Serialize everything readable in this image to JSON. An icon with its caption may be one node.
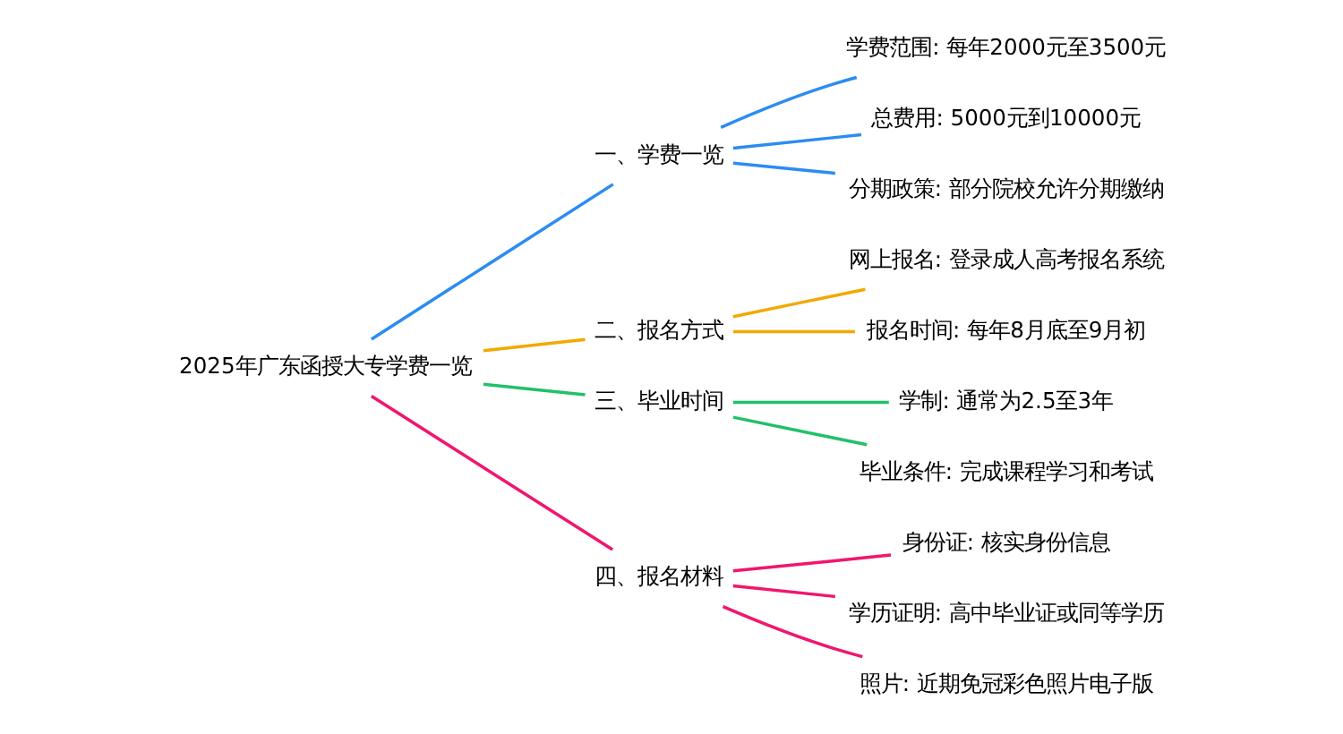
{
  "diagram": {
    "nodes": [
      {
        "text": [
          "2025年广东函授大专学费一览"
        ]
      },
      {
        "text": [
          "一、学费一览"
        ]
      },
      {
        "text": [
          "学费范围: 每年2000元至3500元"
        ]
      },
      {
        "text": [
          "总费用: 5000元到10000元"
        ]
      },
      {
        "text": [
          "分期政策: 部分院校允许分期缴纳"
        ]
      },
      {
        "text": [
          "二、报名方式"
        ]
      },
      {
        "text": [
          "网上报名: 登录成人高考报名系统"
        ]
      },
      {
        "text": [
          "报名时间: 每年8月底至9月初"
        ]
      },
      {
        "text": [
          "三、毕业时间"
        ]
      },
      {
        "text": [
          "学制: 通常为2.5至3年"
        ]
      },
      {
        "text": [
          "毕业条件: 完成课程学习和考试"
        ]
      },
      {
        "text": [
          "四、报名材料"
        ]
      },
      {
        "text": [
          "身份证: 核实身份信息"
        ]
      },
      {
        "text": [
          "学历证明: 高中毕业证或同等学历"
        ]
      },
      {
        "text": [
          "照片: 近期免冠彩色照片电子版"
        ]
      }
    ],
    "edges": [
      {
        "from": 0,
        "to": 1,
        "arrow": "none",
        "color": "#2b8cf2"
      },
      {
        "from": 1,
        "to": 2,
        "arrow": "none",
        "color": "#2b8cf2"
      },
      {
        "from": 1,
        "to": 3,
        "arrow": "none",
        "color": "#2b8cf2"
      },
      {
        "from": 1,
        "to": 4,
        "arrow": "none",
        "color": "#2b8cf2"
      },
      {
        "from": 0,
        "to": 5,
        "arrow": "none",
        "color": "#f2a900"
      },
      {
        "from": 5,
        "to": 6,
        "arrow": "none",
        "color": "#f2a900"
      },
      {
        "from": 5,
        "to": 7,
        "arrow": "none",
        "color": "#f2a900"
      },
      {
        "from": 0,
        "to": 8,
        "arrow": "none",
        "color": "#22c06b"
      },
      {
        "from": 8,
        "to": 9,
        "arrow": "none",
        "color": "#22c06b"
      },
      {
        "from": 8,
        "to": 10,
        "arrow": "none",
        "color": "#22c06b"
      },
      {
        "from": 0,
        "to": 11,
        "arrow": "none",
        "color": "#f0166e"
      },
      {
        "from": 11,
        "to": 12,
        "arrow": "none",
        "color": "#f0166e"
      },
      {
        "from": 11,
        "to": 13,
        "arrow": "none",
        "color": "#f0166e"
      },
      {
        "from": 11,
        "to": 14,
        "arrow": "none",
        "color": "#f0166e"
      }
    ]
  }
}
